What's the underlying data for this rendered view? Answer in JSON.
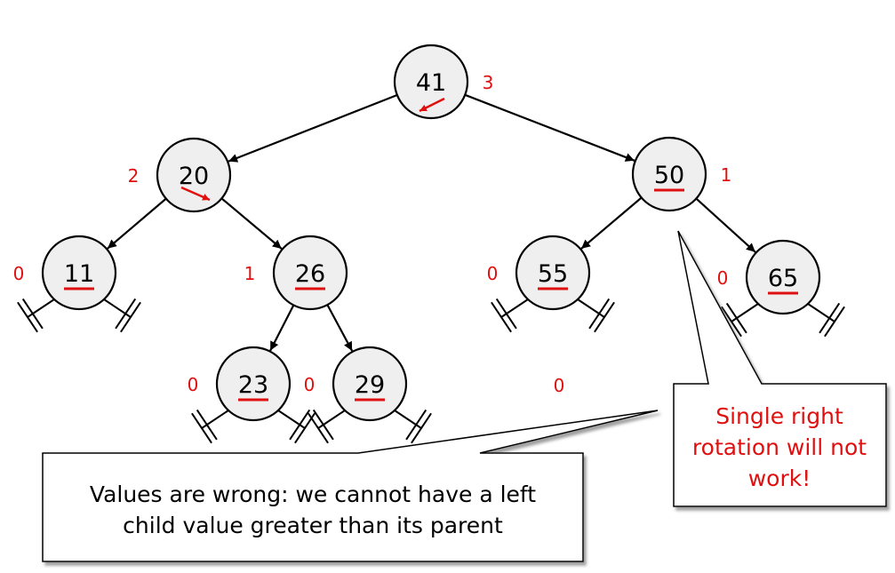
{
  "tree": {
    "nodes": [
      {
        "id": "n41",
        "key": "41",
        "balance": "3",
        "underlined": false,
        "balance_side": "right"
      },
      {
        "id": "n20",
        "key": "20",
        "balance": "2",
        "underlined": false,
        "balance_side": "left"
      },
      {
        "id": "n50",
        "key": "50",
        "balance": "1",
        "underlined": true,
        "balance_side": "right"
      },
      {
        "id": "n11",
        "key": "11",
        "balance": "0",
        "underlined": true,
        "balance_side": "left"
      },
      {
        "id": "n26",
        "key": "26",
        "balance": "1",
        "underlined": true,
        "balance_side": "left"
      },
      {
        "id": "n55",
        "key": "55",
        "balance": "0",
        "underlined": true,
        "balance_side": "left"
      },
      {
        "id": "n65",
        "key": "65",
        "balance": "0",
        "underlined": true,
        "balance_side": "left"
      },
      {
        "id": "n23",
        "key": "23",
        "balance": "0",
        "underlined": true,
        "balance_side": "left"
      },
      {
        "id": "n29",
        "key": "29",
        "balance": "0",
        "underlined": true,
        "balance_side": "left"
      }
    ],
    "edges": [
      [
        "n41",
        "n20"
      ],
      [
        "n41",
        "n50"
      ],
      [
        "n20",
        "n11"
      ],
      [
        "n20",
        "n26"
      ],
      [
        "n26",
        "n23"
      ],
      [
        "n26",
        "n29"
      ],
      [
        "n50",
        "n55"
      ],
      [
        "n50",
        "n65"
      ]
    ],
    "loose_balance": "0"
  },
  "callouts": {
    "left": {
      "line1": "Values are wrong: we cannot have a left",
      "line2": "child value greater than its parent"
    },
    "right": {
      "line1": "Single right",
      "line2": "rotation will not",
      "line3": "work!"
    }
  },
  "colors": {
    "accent": "#e01010",
    "node_fill": "#efefef",
    "stroke": "#000000"
  }
}
